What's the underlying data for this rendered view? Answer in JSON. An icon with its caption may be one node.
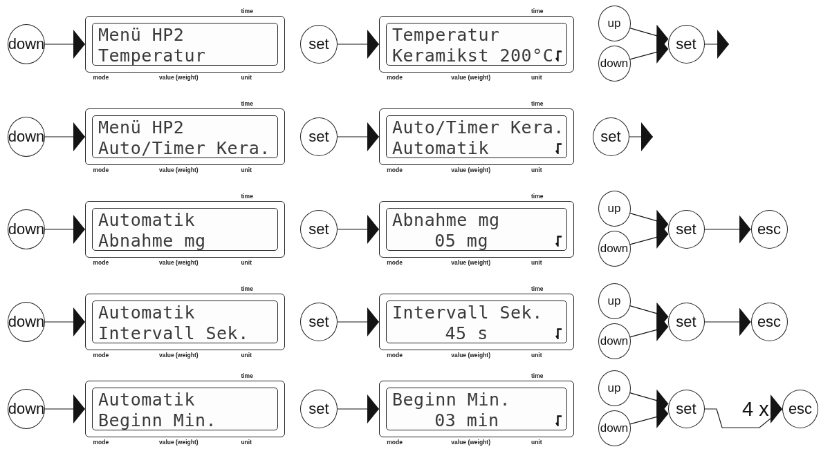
{
  "diagram": {
    "nodes": [
      {
        "text": [
          "down"
        ]
      },
      {
        "text": [
          "Menü HP2",
          "Temperatur"
        ],
        "beside": [
          "time",
          "mode",
          "value (weight)",
          "unit"
        ]
      },
      {
        "text": [
          "set"
        ]
      },
      {
        "text": [
          "Temperatur",
          "Keramikst 200°C"
        ],
        "beside": [
          "time",
          "mode",
          "value (weight)",
          "unit"
        ]
      },
      {
        "text": [
          "up"
        ]
      },
      {
        "text": [
          "down"
        ]
      },
      {
        "text": [
          "set"
        ]
      },
      {
        "text": [
          "down"
        ]
      },
      {
        "text": [
          "Menü HP2",
          "Auto/Timer Kera."
        ],
        "beside": [
          "time",
          "mode",
          "value (weight)",
          "unit"
        ]
      },
      {
        "text": [
          "set"
        ]
      },
      {
        "text": [
          "Auto/Timer Kera.",
          "Automatik"
        ],
        "beside": [
          "time",
          "mode",
          "value (weight)",
          "unit"
        ]
      },
      {
        "text": [
          "set"
        ]
      },
      {
        "text": [
          "down"
        ]
      },
      {
        "text": [
          "Automatik",
          "Abnahme mg"
        ],
        "beside": [
          "time",
          "mode",
          "value (weight)",
          "unit"
        ]
      },
      {
        "text": [
          "set"
        ]
      },
      {
        "text": [
          "Abnahme mg",
          "05 mg"
        ],
        "beside": [
          "time",
          "mode",
          "value (weight)",
          "unit"
        ]
      },
      {
        "text": [
          "up"
        ]
      },
      {
        "text": [
          "down"
        ]
      },
      {
        "text": [
          "set"
        ]
      },
      {
        "text": [
          "esc"
        ]
      },
      {
        "text": [
          "down"
        ]
      },
      {
        "text": [
          "Automatik",
          "Intervall Sek."
        ],
        "beside": [
          "time",
          "mode",
          "value (weight)",
          "unit"
        ]
      },
      {
        "text": [
          "set"
        ]
      },
      {
        "text": [
          "Intervall Sek.",
          "45 s"
        ],
        "beside": [
          "time",
          "mode",
          "value (weight)",
          "unit"
        ]
      },
      {
        "text": [
          "up"
        ]
      },
      {
        "text": [
          "down"
        ]
      },
      {
        "text": [
          "set"
        ]
      },
      {
        "text": [
          "esc"
        ]
      },
      {
        "text": [
          "down"
        ]
      },
      {
        "text": [
          "Automatik",
          "Beginn Min."
        ],
        "beside": [
          "time",
          "mode",
          "value (weight)",
          "unit"
        ]
      },
      {
        "text": [
          "set"
        ]
      },
      {
        "text": [
          "Beginn Min.",
          "03 min"
        ],
        "beside": [
          "time",
          "mode",
          "value (weight)",
          "unit"
        ]
      },
      {
        "text": [
          "up"
        ]
      },
      {
        "text": [
          "down"
        ]
      },
      {
        "text": [
          "set"
        ]
      },
      {
        "text": [
          "esc"
        ],
        "beside": [
          "4 x"
        ]
      }
    ],
    "edges": [
      {
        "from": 0,
        "to": 1,
        "arrow": "to"
      },
      {
        "from": 2,
        "to": 3,
        "arrow": "to"
      },
      {
        "from": 4,
        "to": 6,
        "arrow": "to"
      },
      {
        "from": 5,
        "to": 6,
        "arrow": "to"
      },
      {
        "from": 6,
        "to": null,
        "arrow": "to"
      },
      {
        "from": 7,
        "to": 8,
        "arrow": "to"
      },
      {
        "from": 9,
        "to": 10,
        "arrow": "to"
      },
      {
        "from": 11,
        "to": null,
        "arrow": "to"
      },
      {
        "from": 12,
        "to": 13,
        "arrow": "to"
      },
      {
        "from": 14,
        "to": 15,
        "arrow": "to"
      },
      {
        "from": 16,
        "to": 18,
        "arrow": "to"
      },
      {
        "from": 17,
        "to": 18,
        "arrow": "to"
      },
      {
        "from": 18,
        "to": 19,
        "arrow": "to"
      },
      {
        "from": 20,
        "to": 21,
        "arrow": "to"
      },
      {
        "from": 22,
        "to": 23,
        "arrow": "to"
      },
      {
        "from": 24,
        "to": 26,
        "arrow": "to"
      },
      {
        "from": 25,
        "to": 26,
        "arrow": "to"
      },
      {
        "from": 26,
        "to": 27,
        "arrow": "to"
      },
      {
        "from": 28,
        "to": 29,
        "arrow": "to"
      },
      {
        "from": 30,
        "to": 31,
        "arrow": "to"
      },
      {
        "from": 32,
        "to": 34,
        "arrow": "to"
      },
      {
        "from": 33,
        "to": 34,
        "arrow": "to"
      },
      {
        "from": 34,
        "to": 35,
        "arrow": "to"
      }
    ]
  }
}
